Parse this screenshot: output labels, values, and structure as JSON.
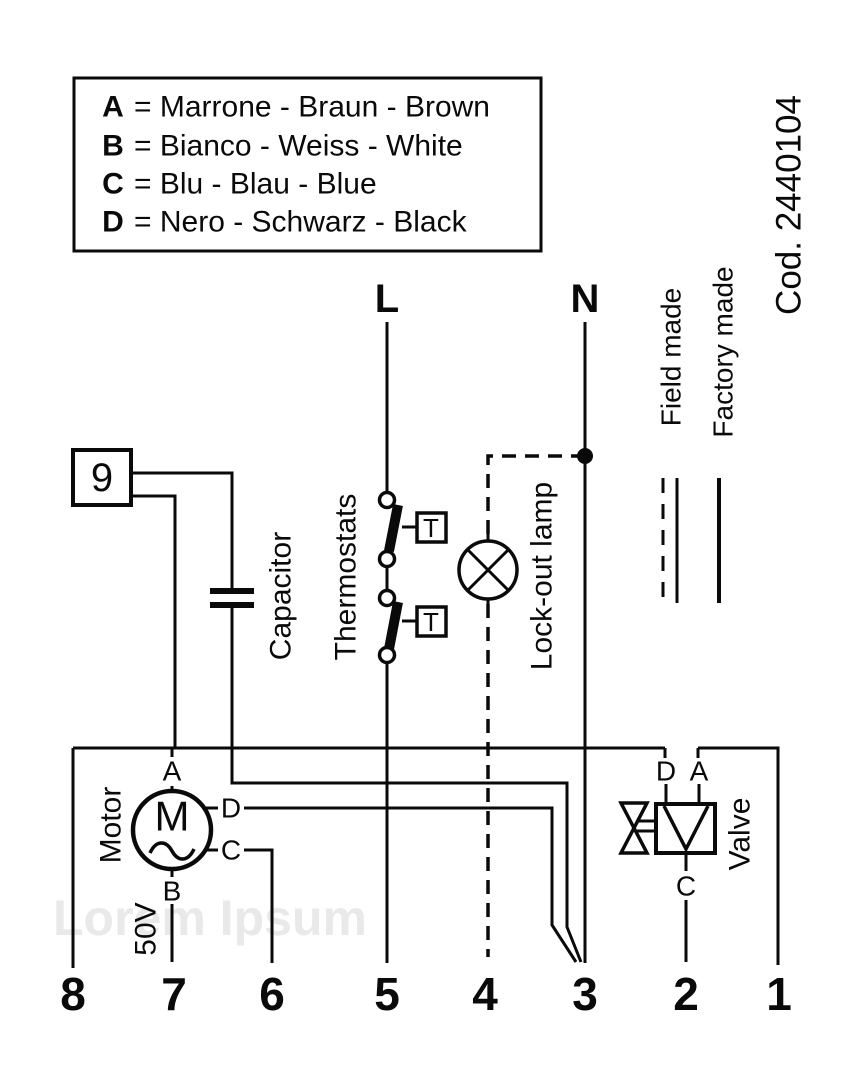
{
  "code_label": "Cod. 2440104",
  "color_legend": {
    "items": [
      {
        "letter": "A",
        "definition": "= Marrone - Braun - Brown"
      },
      {
        "letter": "B",
        "definition": "= Bianco - Weiss - White"
      },
      {
        "letter": "C",
        "definition": "= Blu - Blau - Blue"
      },
      {
        "letter": "D",
        "definition": "= Nero - Schwarz - Black"
      }
    ]
  },
  "line_legend": {
    "field_made": "Field made",
    "factory_made": "Factory made"
  },
  "power_lines": {
    "live": "L",
    "neutral": "N"
  },
  "components": {
    "control_box_label": "9",
    "capacitor_label": "Capacitor",
    "thermostats_label": "Thermostats",
    "thermostat_t": "T",
    "lockout_lamp_label": "Lock-out lamp",
    "motor_label": "Motor",
    "motor_symbol": "M",
    "motor_terminal_a": "A",
    "motor_terminal_b": "B",
    "motor_terminal_c": "C",
    "motor_terminal_d": "D",
    "motor_voltage": "50V",
    "valve_label": "Valve",
    "valve_terminal_d": "D",
    "valve_terminal_a": "A",
    "valve_terminal_c": "C"
  },
  "terminals": [
    "8",
    "7",
    "6",
    "5",
    "4",
    "3",
    "2",
    "1"
  ],
  "watermark": "Lorem Ipsum",
  "colors": {
    "line": "#0a0a0a",
    "background": "#ffffff",
    "watermark": "#e9e9e9"
  }
}
